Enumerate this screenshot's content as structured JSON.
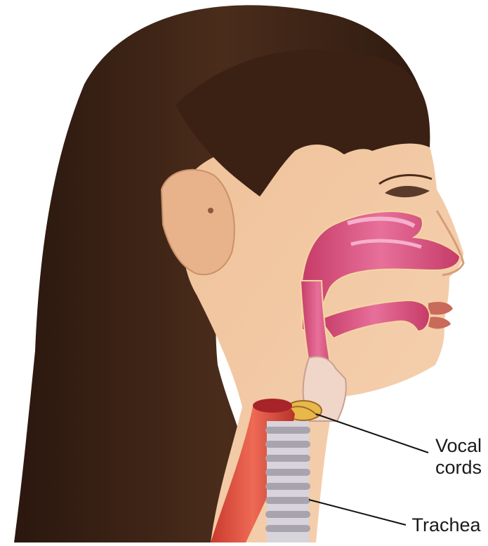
{
  "labels": {
    "vocal_line1": "Vocal",
    "vocal_line2": "cords",
    "trachea": "Trachea"
  },
  "colors": {
    "hair": "#3b2316",
    "skin": "#f2c9a4",
    "airway": "#d94d78",
    "airway_highlight": "#f08ab0",
    "esophagus": "#e14b3a",
    "trachea_rings": "#b9b4bd",
    "leader_line": "#111111"
  },
  "icons": [
    "head-profile-illustration"
  ]
}
